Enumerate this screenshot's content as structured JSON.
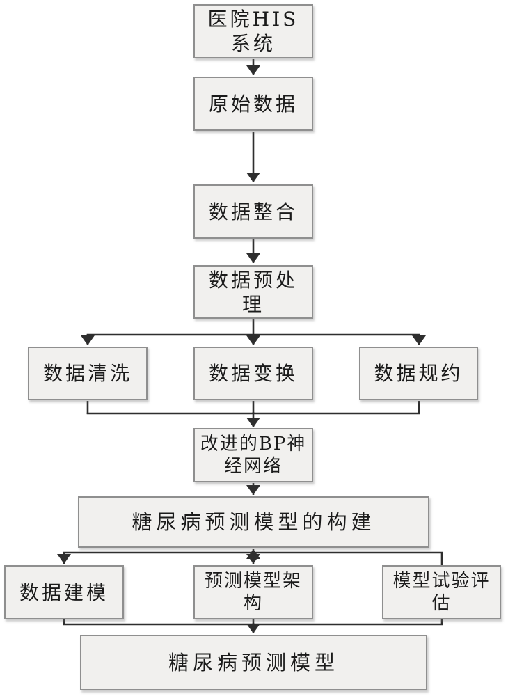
{
  "diagram": {
    "type": "flowchart",
    "nodes": {
      "his": {
        "label": "医院HIS系统"
      },
      "raw": {
        "label": "原始数据"
      },
      "integrate": {
        "label": "数据整合"
      },
      "preprocess": {
        "label": "数据预处理"
      },
      "clean": {
        "label": "数据清洗"
      },
      "transform": {
        "label": "数据变换"
      },
      "reduce": {
        "label": "数据规约"
      },
      "bp": {
        "label": "改进的BP神经网络"
      },
      "build": {
        "label": "糖尿病预测模型的构建"
      },
      "modeling": {
        "label": "数据建模"
      },
      "architecture": {
        "label": "预测模型架构"
      },
      "evaluate": {
        "label": "模型试验评估"
      },
      "final": {
        "label": "糖尿病预测模型"
      }
    },
    "edges": [
      {
        "from": "his",
        "to": "raw",
        "type": "arrow"
      },
      {
        "from": "raw",
        "to": "integrate",
        "type": "arrow"
      },
      {
        "from": "integrate",
        "to": "preprocess",
        "type": "arrow"
      },
      {
        "from": "preprocess",
        "to": "clean",
        "type": "arrow"
      },
      {
        "from": "preprocess",
        "to": "transform",
        "type": "arrow"
      },
      {
        "from": "preprocess",
        "to": "reduce",
        "type": "arrow"
      },
      {
        "from": "clean",
        "to": "bp",
        "type": "merge-arrow"
      },
      {
        "from": "transform",
        "to": "bp",
        "type": "merge-arrow"
      },
      {
        "from": "reduce",
        "to": "bp",
        "type": "merge-arrow"
      },
      {
        "from": "bp",
        "to": "build",
        "type": "arrow"
      },
      {
        "from": "build",
        "to": "modeling",
        "type": "arrow"
      },
      {
        "from": "build",
        "to": "architecture",
        "type": "double-arrow"
      },
      {
        "from": "build",
        "to": "evaluate",
        "type": "line"
      },
      {
        "from": "modeling",
        "to": "final",
        "type": "merge-arrow"
      },
      {
        "from": "architecture",
        "to": "final",
        "type": "merge-arrow"
      },
      {
        "from": "evaluate",
        "to": "final",
        "type": "merge-arrow"
      }
    ],
    "colors": {
      "canvas": "#ffffff",
      "box_fill": "#f1f0ee",
      "box_border": "#8f8f8f",
      "connector": "#2e2e2e",
      "text": "#1b1b1b"
    }
  }
}
